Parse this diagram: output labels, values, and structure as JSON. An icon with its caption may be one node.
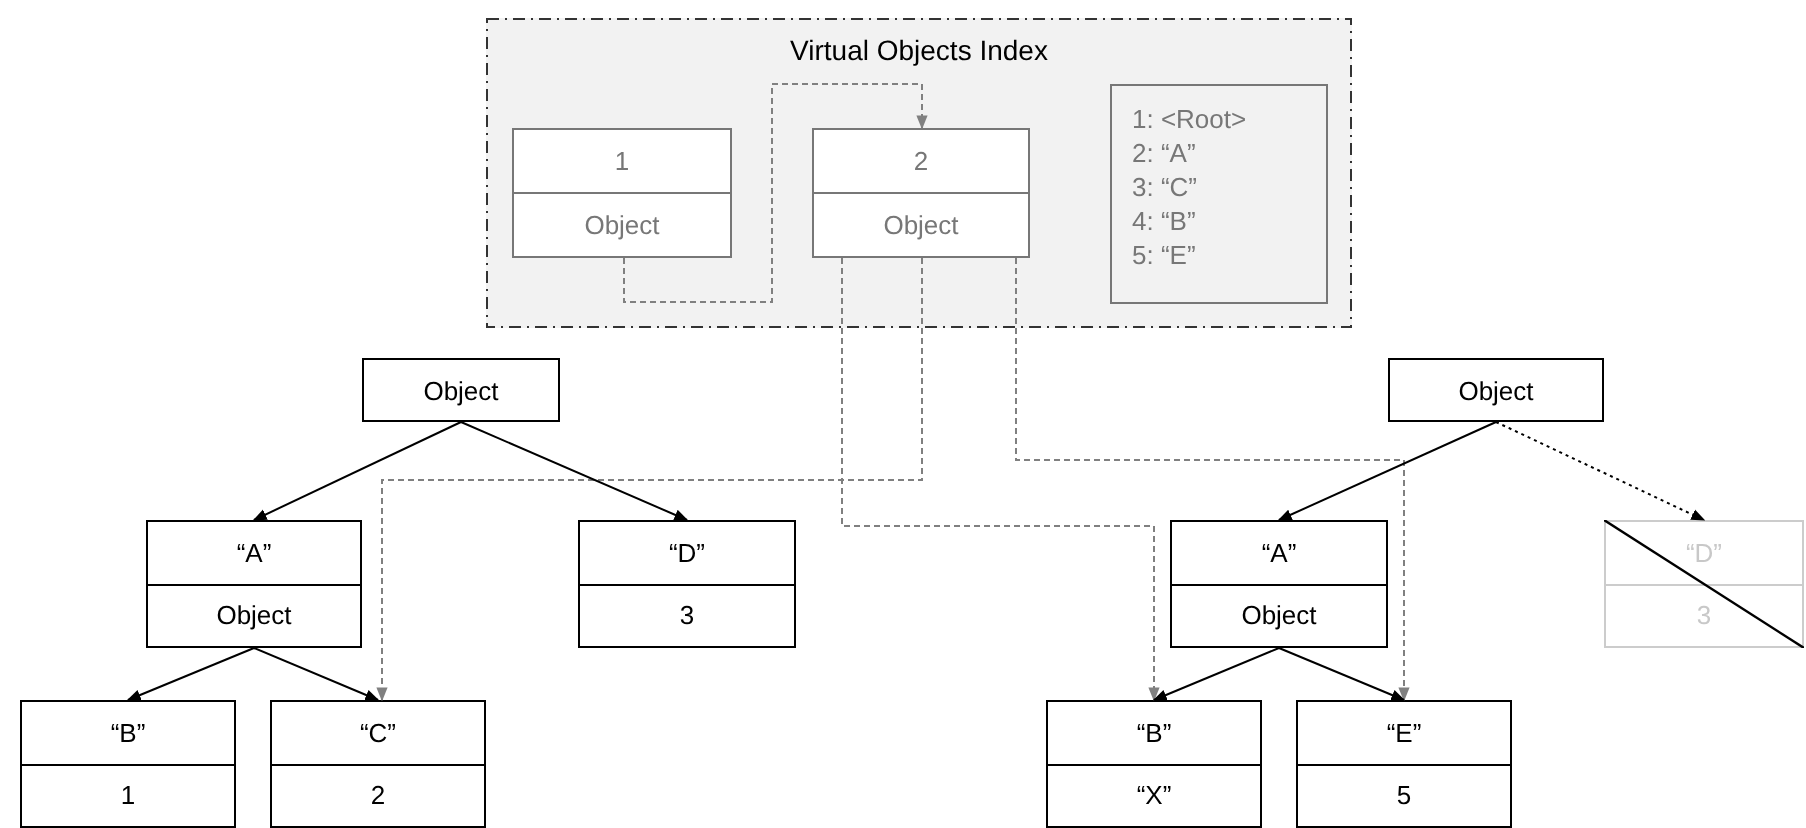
{
  "diagram": {
    "nodes": [
      {
        "text": [
          "Virtual Objects Index"
        ]
      },
      {
        "text": [
          "1",
          "Object"
        ],
        "in": 0
      },
      {
        "text": [
          "2",
          "Object"
        ],
        "in": 0
      },
      {
        "text": [
          "1: <Root>",
          "2: “A”",
          "3: “C”",
          "4: “B”",
          "5: “E”"
        ],
        "in": 0
      },
      {
        "text": [
          "Object"
        ]
      },
      {
        "text": [
          "“A”",
          "Object"
        ]
      },
      {
        "text": [
          "“D”",
          "3"
        ]
      },
      {
        "text": [
          "“B”",
          "1"
        ]
      },
      {
        "text": [
          "“C”",
          "2"
        ]
      },
      {
        "text": [
          "Object"
        ]
      },
      {
        "text": [
          "“A”",
          "Object"
        ]
      },
      {
        "text": [
          "“D”",
          "3"
        ]
      },
      {
        "text": [
          "“B”",
          "“X”"
        ]
      },
      {
        "text": [
          "“E”",
          "5"
        ]
      }
    ],
    "edges": [
      {
        "from": 1,
        "to": 2,
        "arrow": "to",
        "style": "dashed",
        "color": "#808080"
      },
      {
        "from": 2,
        "to": 8,
        "arrow": "to",
        "style": "dashed",
        "color": "#808080"
      },
      {
        "from": 2,
        "to": 12,
        "arrow": "to",
        "style": "dashed",
        "color": "#808080"
      },
      {
        "from": 2,
        "to": 13,
        "arrow": "to",
        "style": "dashed",
        "color": "#808080"
      },
      {
        "from": 4,
        "to": 5,
        "arrow": "to"
      },
      {
        "from": 4,
        "to": 6,
        "arrow": "to"
      },
      {
        "from": 5,
        "to": 7,
        "arrow": "to"
      },
      {
        "from": 5,
        "to": 8,
        "arrow": "to"
      },
      {
        "from": 9,
        "to": 10,
        "arrow": "to"
      },
      {
        "from": 9,
        "to": 11,
        "arrow": "to",
        "style": "dashed"
      },
      {
        "from": 10,
        "to": 12,
        "arrow": "to"
      },
      {
        "from": 10,
        "to": 13,
        "arrow": "to"
      }
    ]
  }
}
